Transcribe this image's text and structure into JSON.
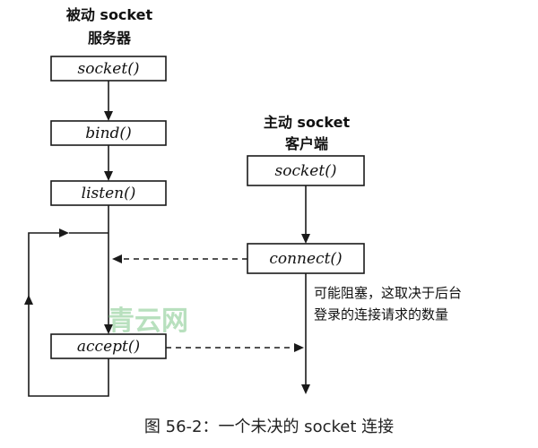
{
  "server": {
    "heading_line1": "被动 socket",
    "heading_line2": "服务器",
    "nodes": [
      "socket()",
      "bind()",
      "listen()",
      "accept()"
    ]
  },
  "client": {
    "heading_line1": "主动 socket",
    "heading_line2": "客户端",
    "nodes": [
      "socket()",
      "connect()"
    ]
  },
  "note": {
    "line1": "可能阻塞，这取决于后台",
    "line2": "登录的连接请求的数量"
  },
  "watermark": "青云网",
  "caption": "图 56-2：一个未决的 socket 连接"
}
